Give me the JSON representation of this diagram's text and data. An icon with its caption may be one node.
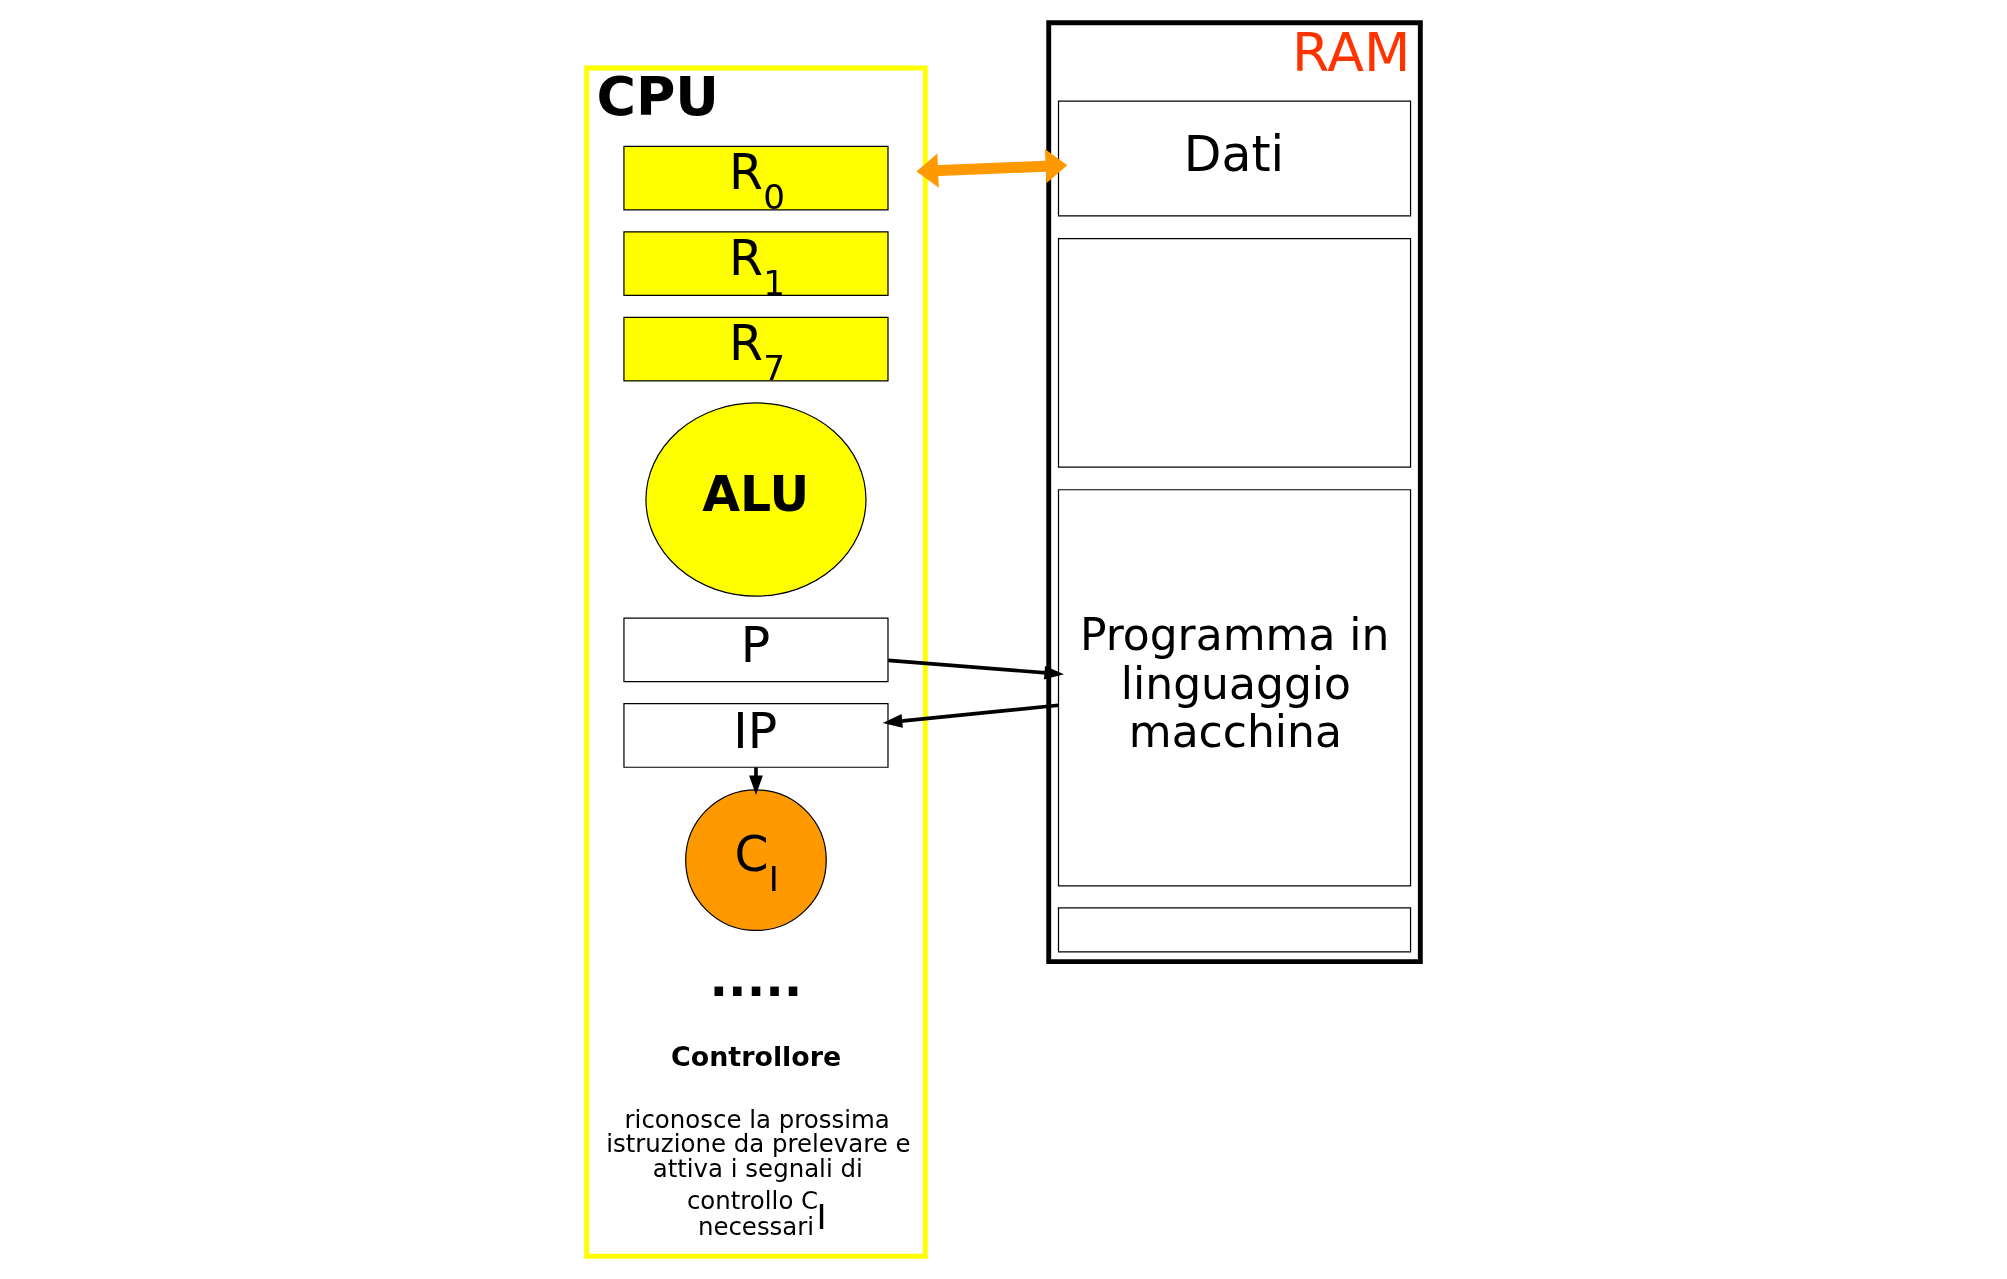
{
  "diagram": {
    "nodes": [
      {
        "text": [
          "CPU"
        ]
      },
      {
        "text": [
          "R$_{0}$"
        ],
        "in": 0
      },
      {
        "text": [
          "R$_{1}$"
        ],
        "in": 0
      },
      {
        "text": [
          "R$_{7}$"
        ],
        "in": 0
      },
      {
        "text": [
          "ALU"
        ],
        "in": 0
      },
      {
        "text": [
          "P"
        ],
        "in": 0
      },
      {
        "text": [
          "IP"
        ],
        "in": 0
      },
      {
        "text": [
          "C$_{I}$"
        ],
        "in": 0
      },
      {
        "text": [
          "RAM"
        ]
      },
      {
        "text": [
          "Dati"
        ],
        "in": 8
      },
      {
        "text": [],
        "shape": "box",
        "in": 8
      },
      {
        "text": [
          "Programma in linguaggio macchina"
        ],
        "in": 8
      },
      {
        "text": [],
        "shape": "box",
        "in": 8
      }
    ],
    "edges": [
      {
        "from": 0,
        "to": 9,
        "arrow": "both",
        "style": "thick",
        "color": "#ff9900"
      },
      {
        "from": 5,
        "to": 11,
        "arrow": "to"
      },
      {
        "from": 11,
        "to": 6,
        "arrow": "to"
      },
      {
        "from": 6,
        "to": 7,
        "arrow": "to"
      }
    ],
    "labels": [
      ".....",
      "Controllore",
      "riconosce la prossima istruzione da prelevare e attiva i segnali di controllo C$_{I}$ necessari"
    ]
  }
}
